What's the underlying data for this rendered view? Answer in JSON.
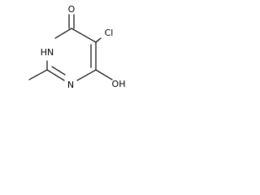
{
  "molecule": {
    "atoms": {
      "oxygen_top": "O",
      "chlorine": "Cl",
      "nitrogen_h": "HN",
      "nitrogen": "N",
      "hydroxyl": "OH"
    }
  }
}
